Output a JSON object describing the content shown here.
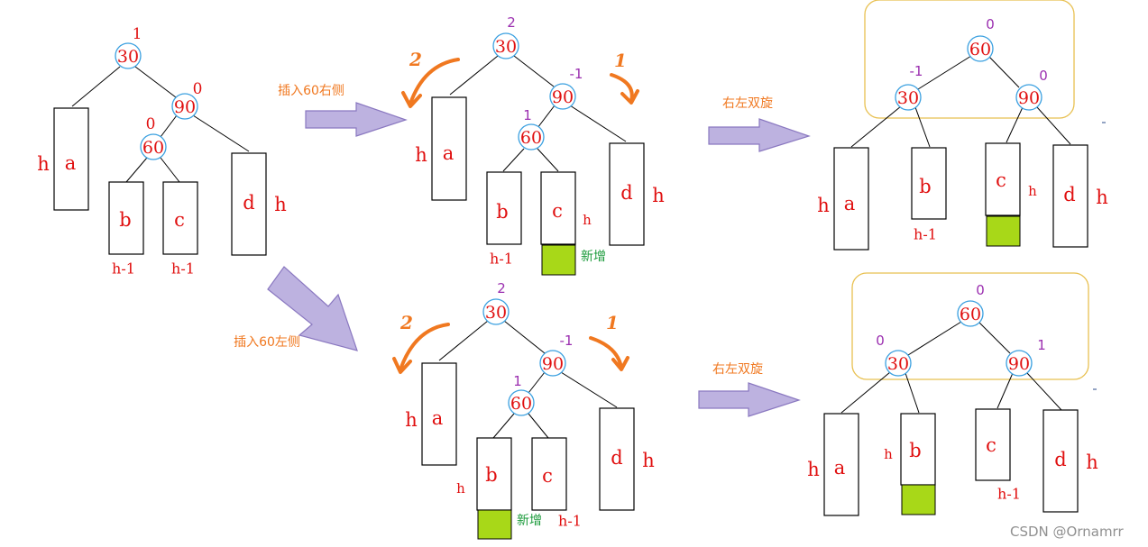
{
  "trees": [
    {
      "id": "original",
      "nodes": [
        {
          "key": "30",
          "bf": "1"
        },
        {
          "key": "90",
          "bf": "0"
        },
        {
          "key": "60",
          "bf": "0"
        }
      ],
      "subtrees": [
        "a",
        "b",
        "c",
        "d"
      ],
      "heights": {
        "a": "h",
        "b": "h-1",
        "c": "h-1",
        "d": "h"
      }
    },
    {
      "id": "insert-right",
      "nodes": [
        {
          "key": "30",
          "bf": "2"
        },
        {
          "key": "90",
          "bf": "-1"
        },
        {
          "key": "60",
          "bf": "1"
        }
      ],
      "subtrees": [
        "a",
        "b",
        "c",
        "d"
      ],
      "heights": {
        "a": "h",
        "b": "h-1",
        "c": "h",
        "d": "h"
      },
      "new_label": "新增",
      "rotation_marks": [
        "2",
        "1"
      ]
    },
    {
      "id": "result-right",
      "nodes": [
        {
          "key": "60",
          "bf": "0"
        },
        {
          "key": "30",
          "bf": "-1"
        },
        {
          "key": "90",
          "bf": "0"
        }
      ],
      "subtrees": [
        "a",
        "b",
        "c",
        "d"
      ],
      "heights": {
        "a": "h",
        "b": "h-1",
        "c": "h",
        "d": "h"
      }
    },
    {
      "id": "insert-left",
      "nodes": [
        {
          "key": "30",
          "bf": "2"
        },
        {
          "key": "90",
          "bf": "-1"
        },
        {
          "key": "60",
          "bf": "1"
        }
      ],
      "subtrees": [
        "a",
        "b",
        "c",
        "d"
      ],
      "heights": {
        "a": "h",
        "b": "h",
        "c": "h-1",
        "d": "h"
      },
      "new_label": "新增",
      "rotation_marks": [
        "2",
        "1"
      ]
    },
    {
      "id": "result-left",
      "nodes": [
        {
          "key": "60",
          "bf": "0"
        },
        {
          "key": "30",
          "bf": "0"
        },
        {
          "key": "90",
          "bf": "1"
        }
      ],
      "subtrees": [
        "a",
        "b",
        "c",
        "d"
      ],
      "heights": {
        "a": "h",
        "b": "h",
        "c": "h-1",
        "d": "h"
      }
    }
  ],
  "arrows": {
    "insert_right_label": "插入60右侧",
    "insert_left_label": "插入60左侧",
    "rotate_label_top": "右左双旋",
    "rotate_label_bottom": "右左双旋"
  },
  "watermark": "CSDN @Ornamrr",
  "colors": {
    "node_text": "#e01010",
    "node_ring": "#3aa0e0",
    "balance_factor_original": "#e01010",
    "balance_factor_other": "#9b2fb0",
    "new_node_fill": "#a8d818",
    "new_label": "#1a9a3a",
    "orange_annotation": "#f07820",
    "arrow_fill": "#bdb2e0",
    "result_frame": "#e8c050"
  }
}
